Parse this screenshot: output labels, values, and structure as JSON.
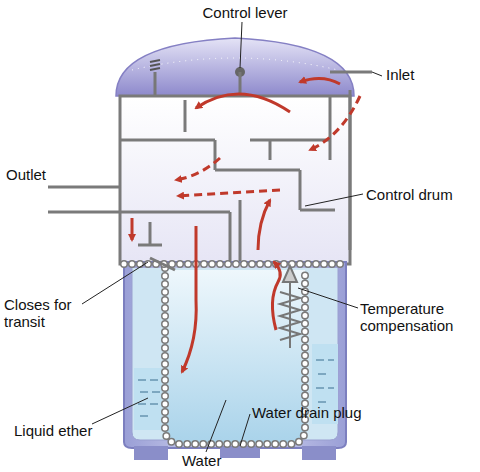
{
  "diagram": {
    "labels": [
      "Control lever",
      "Inlet",
      "Control drum",
      "Outlet",
      "Closes for transit",
      "Temperature compensation",
      "Liquid ether",
      "Water drain plug",
      "Water"
    ]
  }
}
